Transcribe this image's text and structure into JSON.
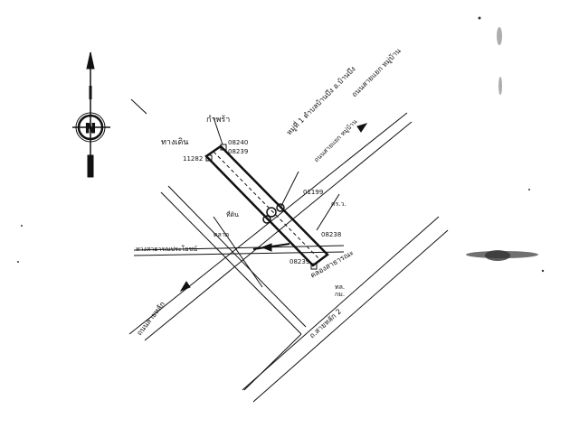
{
  "map": {
    "north_arrow": {
      "icon": "north-arrow-icon",
      "letter": "N"
    },
    "labels": {
      "road_northeast_top": "ถนนสายแยก หมู่บ้าน",
      "annotation_vertical": "หมู่ที่ 1 ตำบลบ้านบึง อ.บ้านบึง",
      "owner_label_left": "ทางเดิน",
      "plot_number_top": "กำพร้า",
      "parcel_code_1": "11282",
      "parcel_code_2": "08239",
      "parcel_code_3": "08240",
      "parcel_code_4": "08238",
      "parcel_code_5": "08239",
      "parcel_code_6": "01199",
      "area_label_1": "ที่ดิน",
      "area_label_2": "ตร.ว.",
      "area_label_3": "ตลาด",
      "road_horizontal": "ทางสาธารณประโยชน์",
      "canal_label": "คลองสาธารณะ",
      "road_southwest": "ถนนสายหลัก",
      "road_southeast": "ถ.สายหลัก 2",
      "south_code": "ทล.",
      "south_num": "กม."
    },
    "colors": {
      "ink": "#111111",
      "paper": "#ffffff"
    }
  }
}
